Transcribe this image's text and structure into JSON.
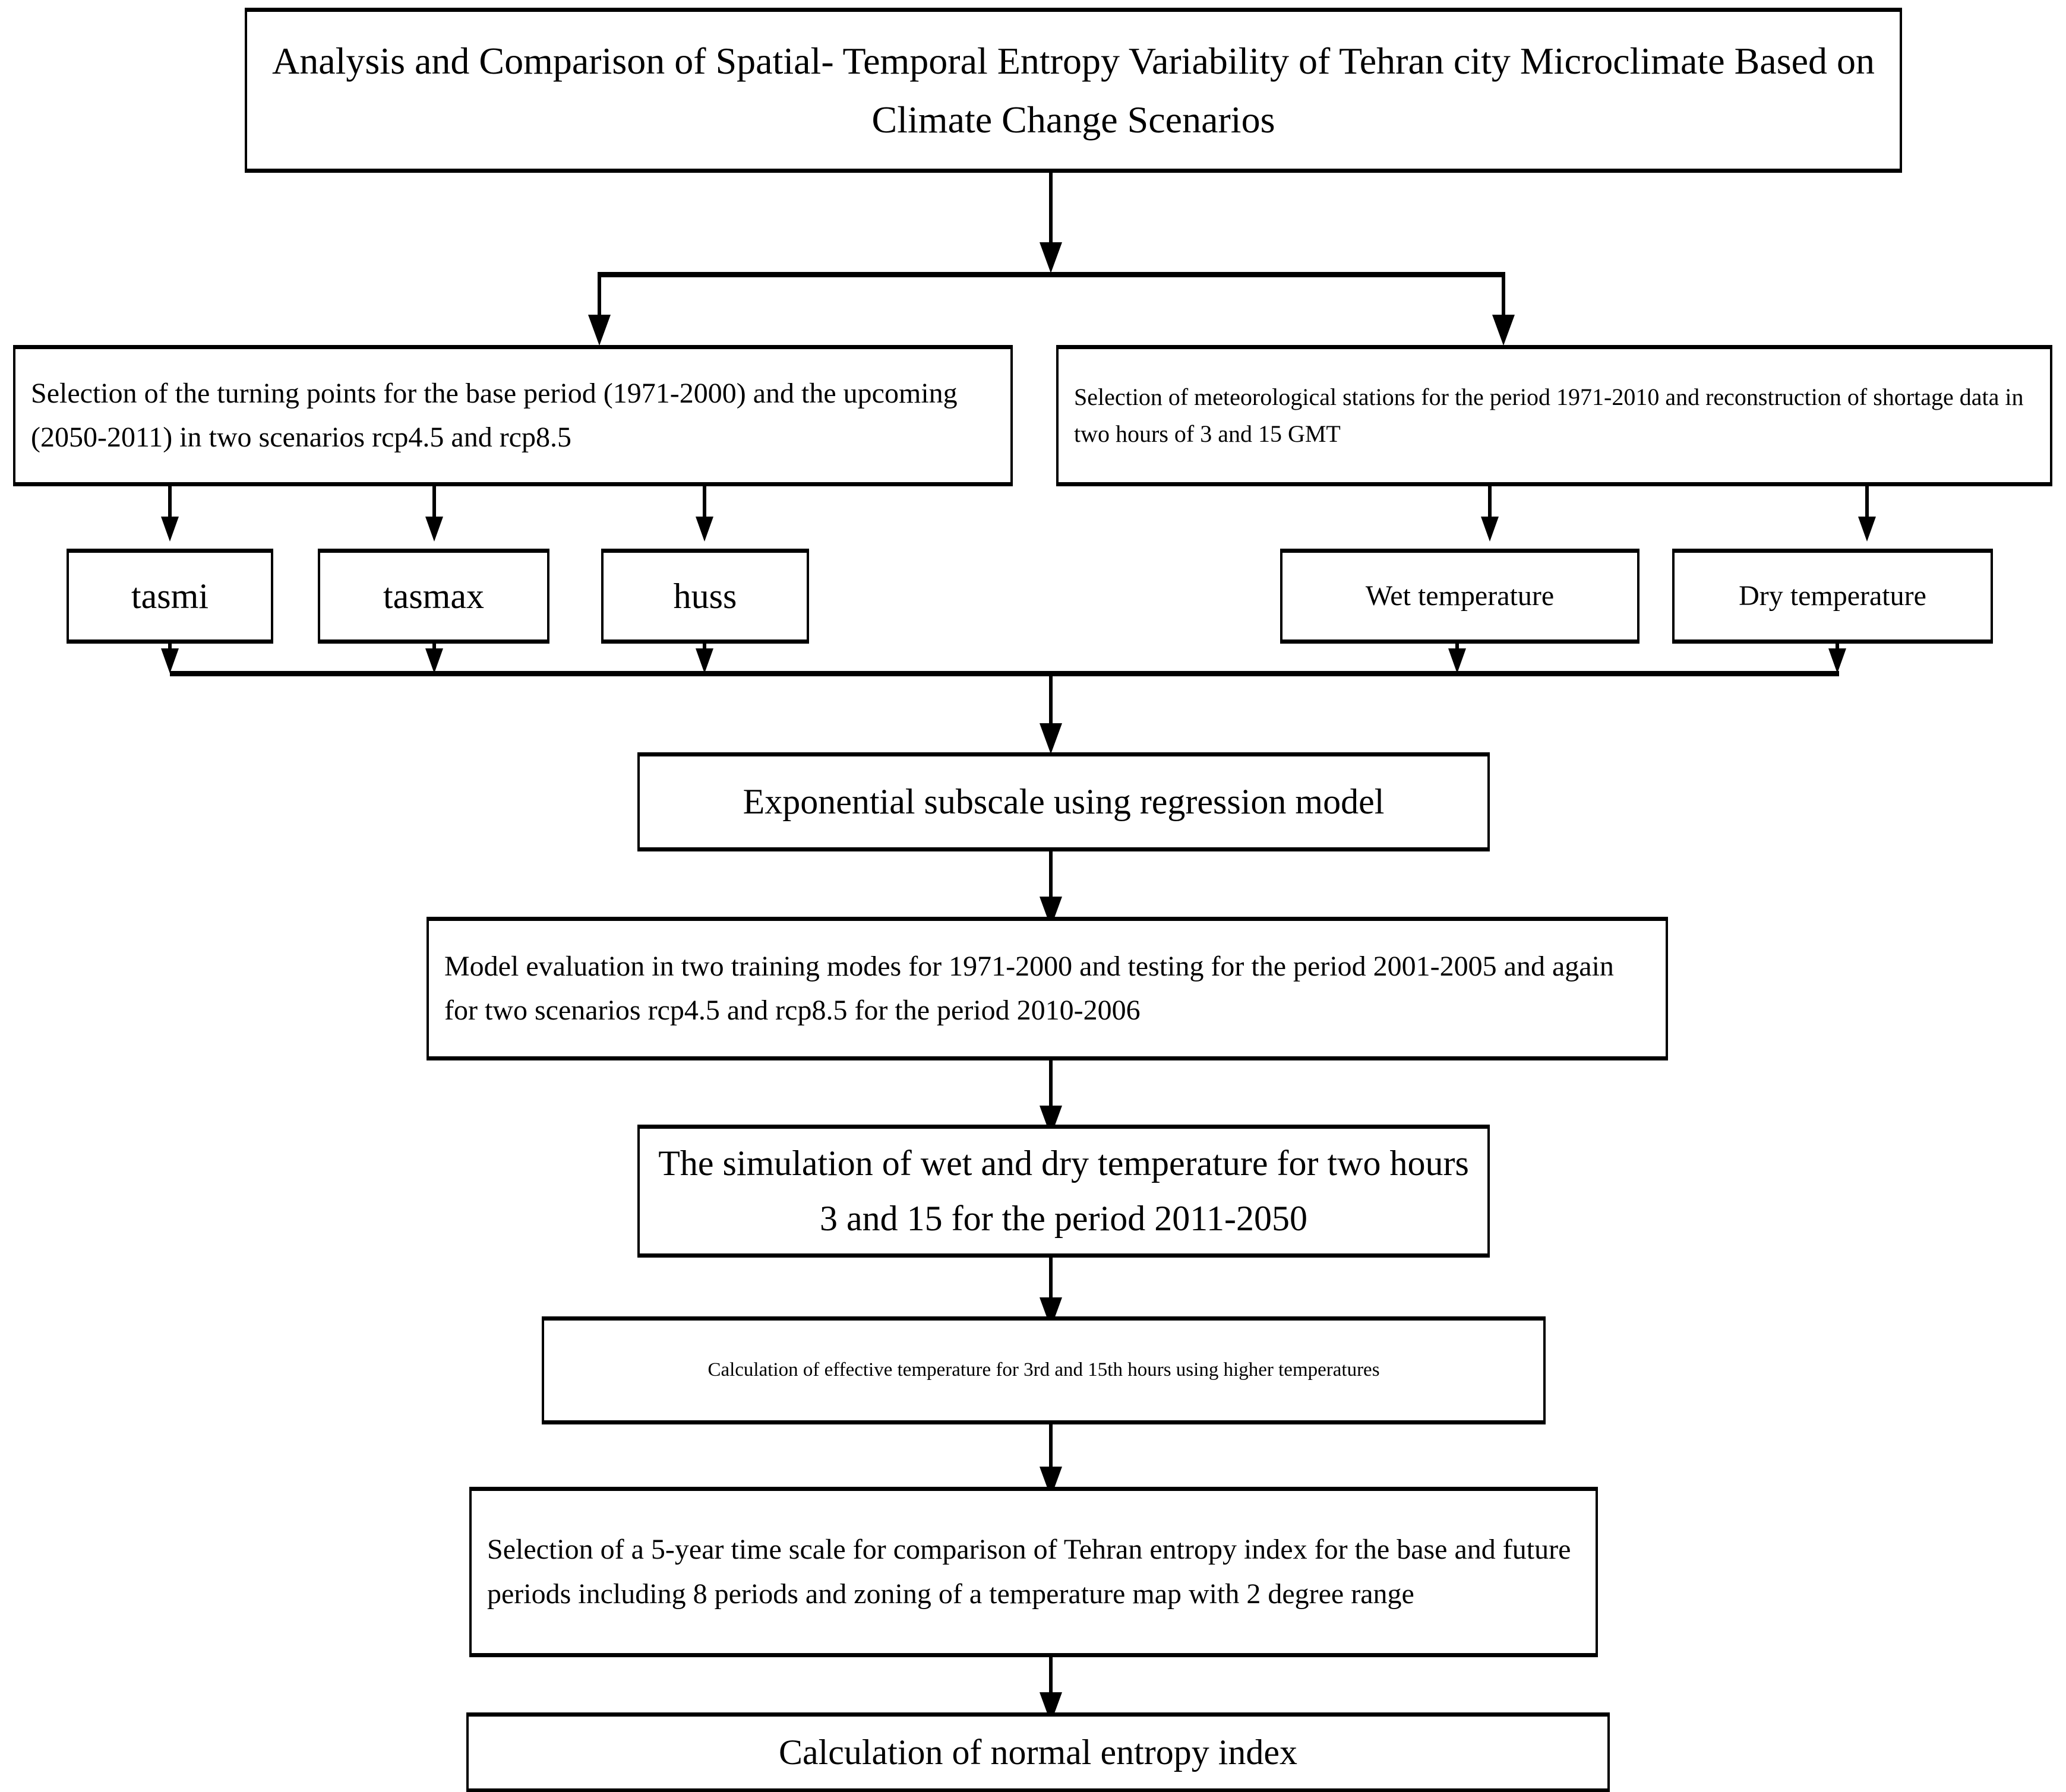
{
  "diagram": {
    "type": "flowchart",
    "orientation": "top-to-bottom",
    "nodes": {
      "title": "Analysis and Comparison of Spatial- Temporal Entropy Variability of Tehran city Microclimate Based on Climate Change Scenarios",
      "branch_left": "Selection of the turning points for the base period (1971-2000) and the upcoming (2050-2011) in two scenarios rcp4.5 and rcp8.5",
      "branch_right": "Selection of meteorological stations for the period 1971-2010 and reconstruction of shortage data in two hours of 3 and 15 GMT",
      "var_tasmi": "tasmi",
      "var_tasmax": "tasmax",
      "var_huss": "huss",
      "var_wet_temperature": "Wet temperature",
      "var_dry_temperature": "Dry temperature",
      "step_regression": "Exponential subscale using regression model",
      "step_model_evaluation": "Model evaluation in two training modes for 1971-2000 and testing for the period 2001-2005 and again for two scenarios rcp4.5 and rcp8.5 for the period 2010-2006",
      "step_simulation": "The simulation of wet and dry temperature for two hours 3 and 15 for the period 2011-2050",
      "step_effective_temperature": "Calculation of effective temperature for 3rd and 15th hours using higher temperatures",
      "step_time_scale": "Selection of a 5-year time scale for comparison of Tehran entropy index for the base and future periods including 8 periods and zoning of a temperature map with 2 degree range",
      "step_final": "Calculation of normal entropy index"
    },
    "colors": {
      "stroke": "#000000",
      "fill": "#ffffff",
      "text": "#000000"
    }
  }
}
